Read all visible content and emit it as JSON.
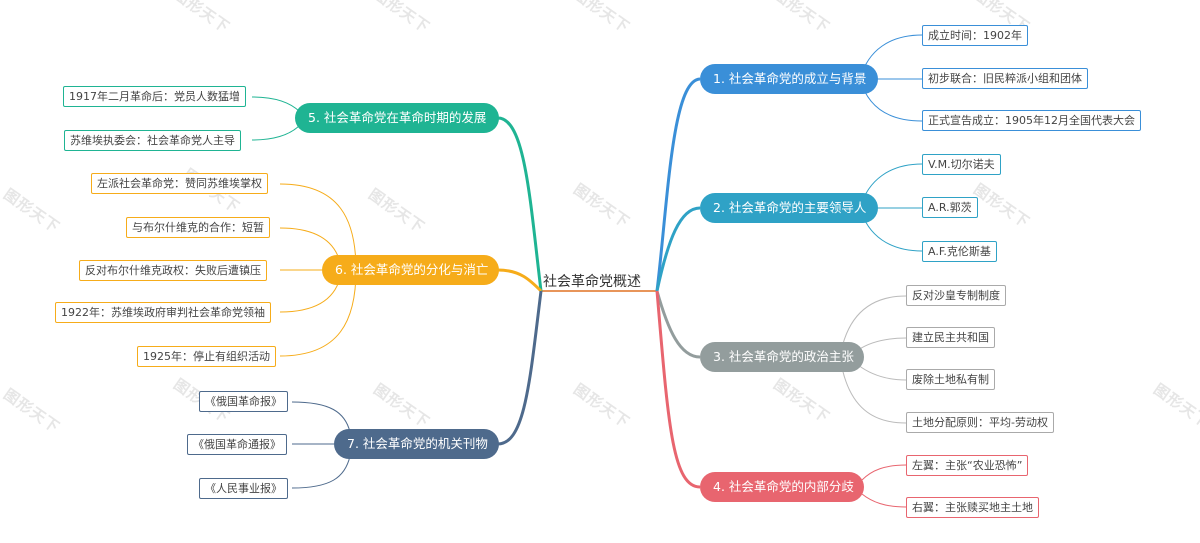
{
  "root": {
    "label": "社会革命党概述",
    "underline_color": "#E8955A"
  },
  "watermark": "图形天下",
  "branches": [
    {
      "id": 1,
      "label": "1. 社会革命党的成立与背景",
      "color": "#3A8FD8",
      "children": [
        "成立时间：1902年",
        "初步联合：旧民粹派小组和团体",
        "正式宣告成立：1905年12月全国代表大会"
      ]
    },
    {
      "id": 2,
      "label": "2. 社会革命党的主要领导人",
      "color": "#2FA2C6",
      "children": [
        "V.M.切尔诺夫",
        "A.R.郭茨",
        "A.F.克伦斯基"
      ]
    },
    {
      "id": 3,
      "label": "3. 社会革命党的政治主张",
      "color": "#939D9D",
      "children": [
        "反对沙皇专制制度",
        "建立民主共和国",
        "废除土地私有制",
        "土地分配原则：平均-劳动权"
      ]
    },
    {
      "id": 4,
      "label": "4. 社会革命党的内部分歧",
      "color": "#E8656F",
      "children": [
        "左翼：主张“农业恐怖”",
        "右翼：主张赎买地主土地"
      ]
    },
    {
      "id": 5,
      "label": "5. 社会革命党在革命时期的发展",
      "color": "#1FB493",
      "children": [
        "1917年二月革命后：党员人数猛增",
        "苏维埃执委会：社会革命党人主导"
      ]
    },
    {
      "id": 6,
      "label": "6. 社会革命党的分化与消亡",
      "color": "#F6AC1A",
      "children": [
        "左派社会革命党：赞同苏维埃掌权",
        "与布尔什维克的合作：短暂",
        "反对布尔什维克政权：失败后遭镇压",
        "1922年：苏维埃政府审判社会革命党领袖",
        "1925年：停止有组织活动"
      ]
    },
    {
      "id": 7,
      "label": "7. 社会革命党的机关刊物",
      "color": "#4E6A8C",
      "children": [
        "《俄国革命报》",
        "《俄国革命通报》",
        "《人民事业报》"
      ]
    }
  ]
}
